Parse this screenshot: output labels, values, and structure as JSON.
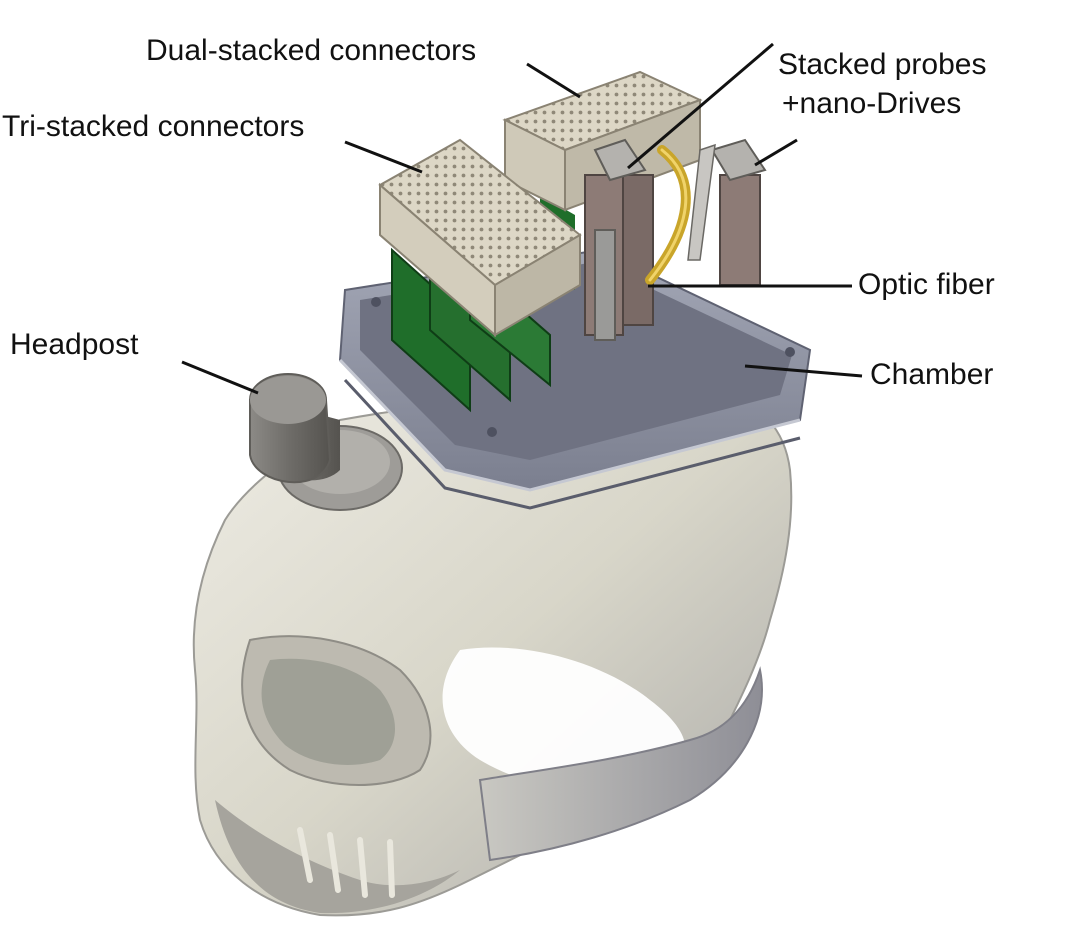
{
  "labels": {
    "dual_stacked": "Dual-stacked connectors",
    "tri_stacked": "Tri-stacked connectors",
    "stacked_probes_line1": "Stacked probes",
    "stacked_probes_line2": "+nano-Drives",
    "headpost": "Headpost",
    "optic_fiber": "Optic fiber",
    "chamber": "Chamber"
  },
  "colors": {
    "skull": "#d9d7cc",
    "chamber": "#8f93a3",
    "connector": "#ddd7c6",
    "pcb_green": "#1f6e2a",
    "probe_brown": "#8d7b76",
    "fiber_gold": "#c9a52a"
  }
}
